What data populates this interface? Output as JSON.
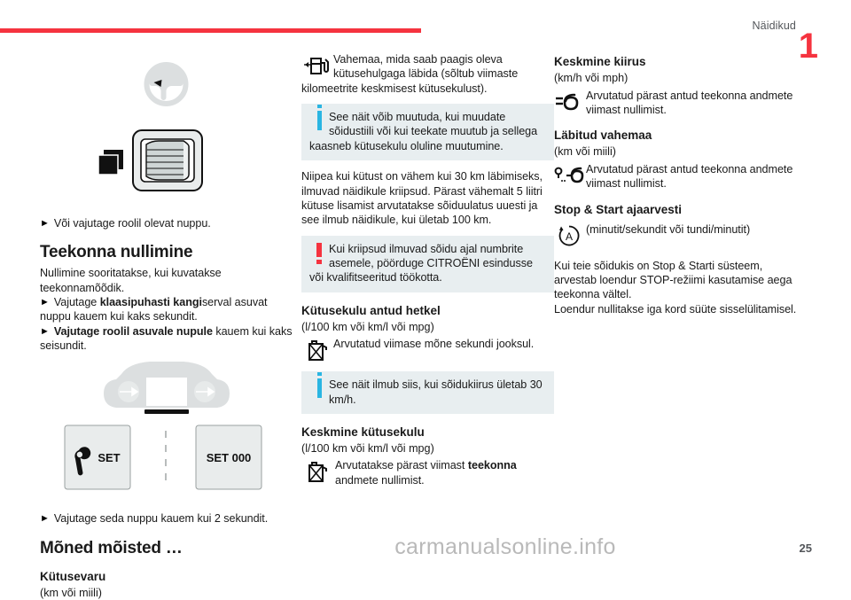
{
  "header": {
    "title": "Näidikud",
    "chapter_number": "1",
    "rule_color": "#f5333f"
  },
  "colors": {
    "accent_red": "#f5333f",
    "info_blue": "#2ab5e2",
    "note_bg": "#e8eef0",
    "text": "#1a1a1a"
  },
  "column_left": {
    "fig_wheel_icon": "steering-wheel-icon",
    "fig_stalk_icon": "wiper-stalk-button-illustration",
    "bullet_1": "Või vajutage roolil olevat nuppu.",
    "heading_1": "Teekonna nullimine",
    "para_1": "Nullimine sooritatakse, kui kuvatakse teekonnamõõdik.",
    "bullet_2_pre": "Vajutage ",
    "bullet_2_bold": "klaasipuhasti kangi",
    "bullet_2_post": "serval asuvat nuppu kauem kui kaks sekundit.",
    "bullet_3_bold": "Vajutage roolil asuvale nupule",
    "bullet_3_post": " kauem kui kaks seisundit.",
    "fig_cluster_icon": "instrument-cluster-illustration",
    "screen_left_label": "SET",
    "screen_left_icon": "wrench-icon",
    "screen_right_label": "SET  000",
    "bullet_4": "Vajutage seda nuppu kauem kui 2 sekundit.",
    "heading_2": "Mõned mõisted …",
    "heading_3": "Kütusevaru",
    "units_1": "(km või miili)"
  },
  "column_middle": {
    "range_icon": "fuel-pump-range-icon",
    "range_text": "Vahemaa, mida saab paagis oleva kütusehulgaga läbida (sõltub viimaste kilomeetrite keskmisest kütusekulust).",
    "note_1_icon": "info-icon",
    "note_1_text": "See näit võib muutuda, kui muudate sõidustiili või kui teekate muutub ja sellega kaasneb kütusekulu oluline muutumine.",
    "para_1": "Niipea kui kütust on vähem kui 30 km läbimiseks, ilmuvad näidikule kriipsud. Pärast vähemalt 5 liitri kütuse lisamist arvutatakse sõiduulatus uuesti ja see ilmub näidikule, kui ületab 100 km.",
    "note_2_icon": "warning-icon",
    "note_2_text": "Kui kriipsud ilmuvad sõidu ajal numbrite asemele, pöörduge CITROËNI esindusse või kvalifitseeritud töökotta.",
    "heading_1": "Kütusekulu antud hetkel",
    "units_1": "(l/100 km või km/l või mpg)",
    "icon_1": "jerrycan-fuel-icon",
    "icon_1_text": "Arvutatud viimase mõne sekundi jooksul.",
    "note_3_icon": "info-icon",
    "note_3_text": "See näit ilmub siis, kui sõidukiirus ületab 30 km/h.",
    "heading_2": "Keskmine kütusekulu",
    "units_2": "(l/100 km või km/l või mpg)",
    "icon_2": "jerrycan-fuel-icon",
    "icon_2_text_pre": "Arvutatakse pärast viimast ",
    "icon_2_text_bold": "teekonna",
    "icon_2_text_post": " andmete nullimist."
  },
  "column_right": {
    "heading_1": "Keskmine kiirus",
    "units_1": "(km/h või mph)",
    "icon_1": "average-speed-icon",
    "icon_1_text": "Arvutatud pärast antud teekonna andmete viimast nullimist.",
    "heading_2": "Läbitud vahemaa",
    "units_2": "(km või miili)",
    "icon_2": "distance-travelled-icon",
    "icon_2_text": "Arvutatud pärast antud teekonna andmete viimast nullimist.",
    "heading_3": "Stop & Start ajaarvesti",
    "icon_3": "stop-start-autonomous-icon",
    "icon_3_text": "(minutit/sekundit või tundi/minutit)",
    "para_1": "Kui teie sõidukis on Stop & Starti süsteem, arvestab loendur STOP-režiimi kasutamise aega teekonna vältel.",
    "para_2": "Loendur nullitakse iga kord süüte sisselülitamisel."
  },
  "footer": {
    "page_number": "25",
    "watermark": "carmanualsonline.info"
  }
}
